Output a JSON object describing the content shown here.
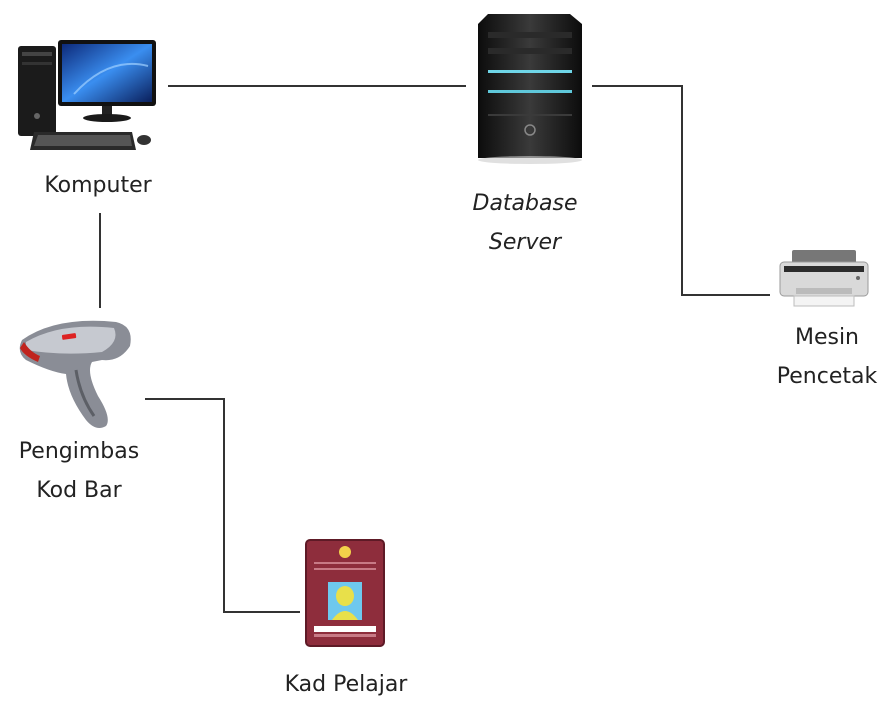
{
  "nodes": {
    "computer": {
      "label": "Komputer"
    },
    "server": {
      "label_line1": "Database",
      "label_line2": "Server"
    },
    "printer": {
      "label_line1": "Mesin",
      "label_line2": "Pencetak"
    },
    "scanner": {
      "label_line1": "Pengimbas",
      "label_line2": "Kod Bar"
    },
    "card": {
      "label": "Kad Pelajar"
    }
  }
}
